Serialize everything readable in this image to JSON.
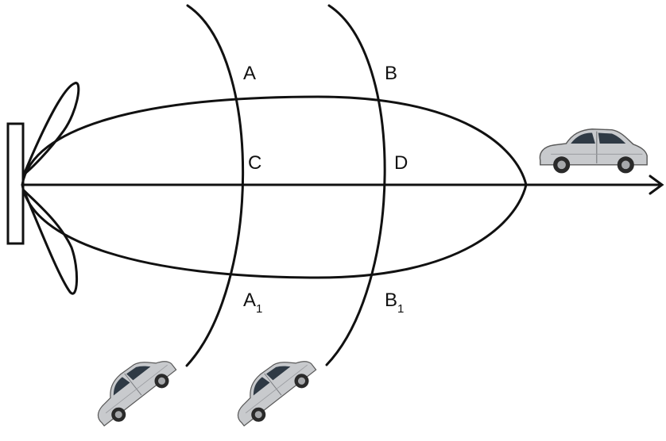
{
  "diagram": {
    "points": {
      "A": {
        "label": "A",
        "sub": ""
      },
      "B": {
        "label": "B",
        "sub": ""
      },
      "C": {
        "label": "C",
        "sub": ""
      },
      "D": {
        "label": "D",
        "sub": ""
      },
      "A1": {
        "label": "A",
        "sub": "1"
      },
      "B1": {
        "label": "B",
        "sub": "1"
      }
    },
    "icons": {
      "antenna": "rectangle-antenna-icon",
      "car": "car-icon"
    },
    "colors": {
      "line": "#111111",
      "car_body": "#c8cacd",
      "car_glass": "#2f3a45",
      "tyre": "#2a2a2a"
    }
  }
}
